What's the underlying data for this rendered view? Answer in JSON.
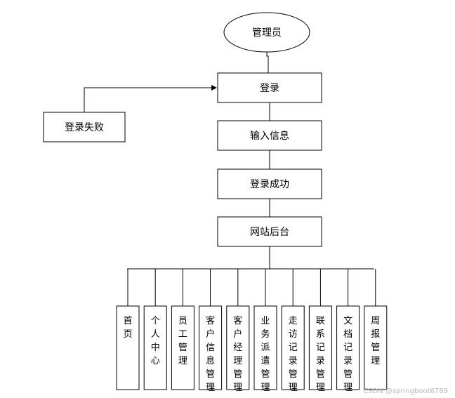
{
  "nodes": {
    "admin": "管理员",
    "login": "登录",
    "login_fail": "登录失败",
    "input_info": "输入信息",
    "login_success": "登录成功",
    "site_backend": "网站后台"
  },
  "modules": [
    "首页",
    "个人中心",
    "员工管理",
    "客户信息管理",
    "客户经理管理",
    "业务派遣管理",
    "走访记录管理",
    "联系记录管理",
    "文档记录管理",
    "周报管理"
  ],
  "watermark": "CSDN @springboot6789"
}
